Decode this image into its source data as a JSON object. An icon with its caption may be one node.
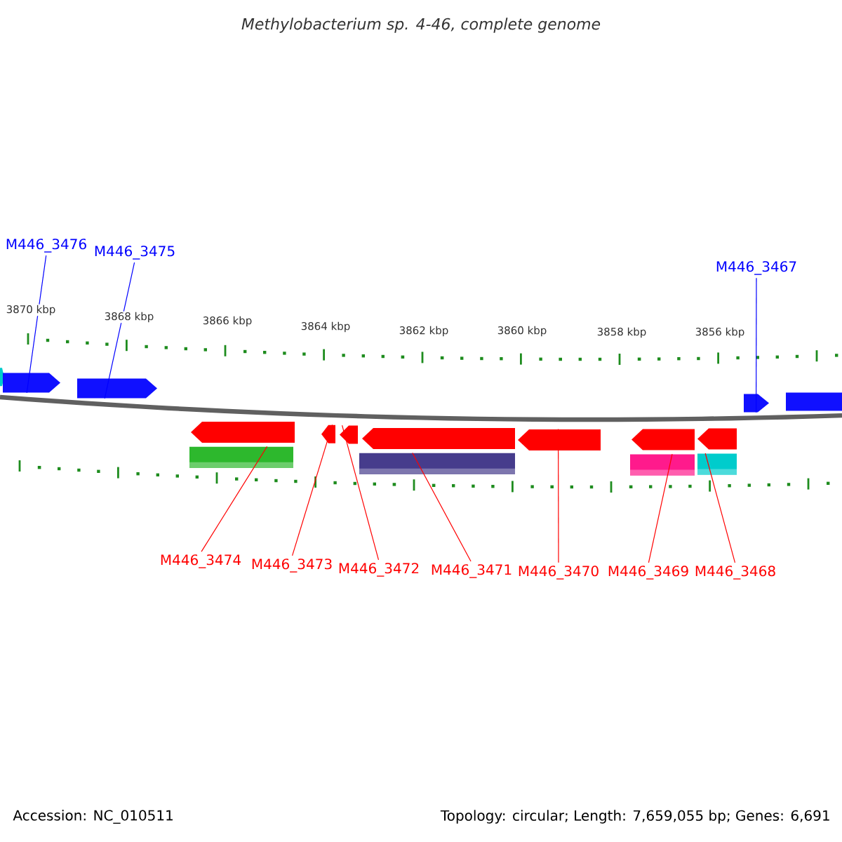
{
  "diagram": {
    "title": "Methylobacterium sp. 4-46, complete genome",
    "nodes": [
      {
        "text": [
          "M446_3476"
        ]
      },
      {
        "text": [
          "M446_3475"
        ]
      },
      {
        "text": [
          "M446_3467"
        ]
      },
      {
        "text": [],
        "shape": "arrow"
      },
      {
        "text": [],
        "shape": "arrow"
      },
      {
        "text": [],
        "shape": "arrow"
      },
      {
        "text": [],
        "shape": "arrow"
      },
      {
        "text": [],
        "shape": "arrow"
      },
      {
        "text": [],
        "shape": "arrow"
      },
      {
        "text": [],
        "shape": "arrow"
      },
      {
        "text": [],
        "shape": "arrow"
      },
      {
        "text": [],
        "shape": "arrow"
      },
      {
        "text": [],
        "shape": "arrow"
      },
      {
        "text": [],
        "shape": "arrow"
      },
      {
        "text": [],
        "shape": "arrow"
      },
      {
        "text": [],
        "shape": "bar"
      },
      {
        "text": [],
        "shape": "bar"
      },
      {
        "text": [],
        "shape": "bar"
      },
      {
        "text": [],
        "shape": "bar"
      },
      {
        "text": [
          "M446_3474"
        ]
      },
      {
        "text": [
          "M446_3473"
        ]
      },
      {
        "text": [
          "M446_3472"
        ]
      },
      {
        "text": [
          "M446_3471"
        ]
      },
      {
        "text": [
          "M446_3470"
        ]
      },
      {
        "text": [
          "M446_3469"
        ]
      },
      {
        "text": [
          "M446_3468"
        ]
      }
    ],
    "edges": [
      {
        "from": 0,
        "to": 4,
        "arrow": "none",
        "color": "#0000ff"
      },
      {
        "from": 1,
        "to": 5,
        "arrow": "none",
        "color": "#0000ff"
      },
      {
        "from": 2,
        "to": 6,
        "arrow": "none",
        "color": "#0000ff"
      },
      {
        "from": 19,
        "to": 15,
        "arrow": "none"
      },
      {
        "from": 20,
        "to": 9,
        "arrow": "none"
      },
      {
        "from": 21,
        "to": 10,
        "arrow": "none"
      },
      {
        "from": 22,
        "to": 16,
        "arrow": "none"
      },
      {
        "from": 23,
        "to": 12,
        "arrow": "none"
      },
      {
        "from": 24,
        "to": 17,
        "arrow": "none"
      },
      {
        "from": 25,
        "to": 18,
        "arrow": "none"
      }
    ],
    "labels": [
      "3870 kbp",
      "3868 kbp",
      "3866 kbp",
      "3864 kbp",
      "3862 kbp",
      "3860 kbp",
      "3858 kbp",
      "3856 kbp",
      "Accession: NC_010511",
      "Topology: circular; Length: 7,659,055 bp; Genes: 6,691"
    ]
  }
}
